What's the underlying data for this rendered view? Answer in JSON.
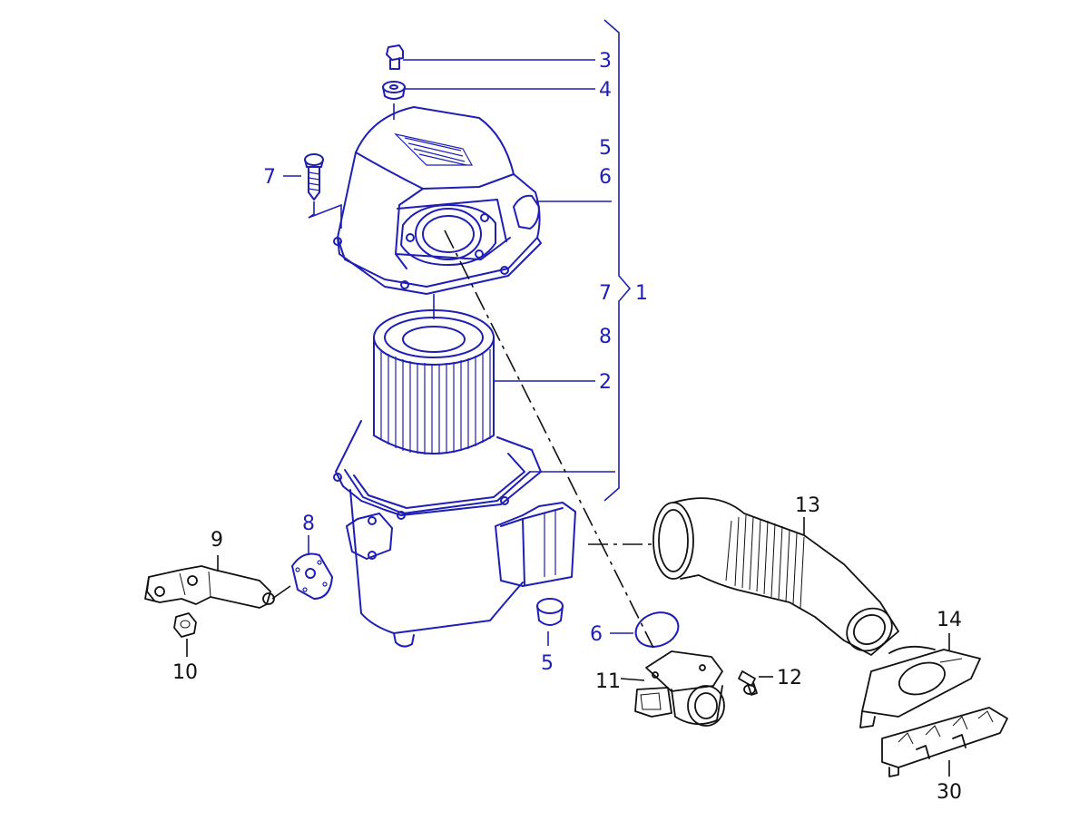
{
  "diagram": {
    "callouts": [
      {
        "id": "c3",
        "text": "3",
        "color": "blue"
      },
      {
        "id": "c4",
        "text": "4",
        "color": "blue"
      },
      {
        "id": "c5a",
        "text": "5",
        "color": "blue"
      },
      {
        "id": "c6a",
        "text": "6",
        "color": "blue"
      },
      {
        "id": "c7a",
        "text": "7",
        "color": "blue"
      },
      {
        "id": "c8a",
        "text": "8",
        "color": "blue"
      },
      {
        "id": "c1",
        "text": "1",
        "color": "blue"
      },
      {
        "id": "c2",
        "text": "2",
        "color": "blue"
      },
      {
        "id": "c7b",
        "text": "7",
        "color": "blue"
      },
      {
        "id": "c8b",
        "text": "8",
        "color": "blue"
      },
      {
        "id": "c5b",
        "text": "5",
        "color": "blue"
      },
      {
        "id": "c6b",
        "text": "6",
        "color": "blue"
      },
      {
        "id": "c9",
        "text": "9",
        "color": "black"
      },
      {
        "id": "c10",
        "text": "10",
        "color": "black"
      },
      {
        "id": "c11",
        "text": "11",
        "color": "black"
      },
      {
        "id": "c12",
        "text": "12",
        "color": "black"
      },
      {
        "id": "c13",
        "text": "13",
        "color": "black"
      },
      {
        "id": "c14",
        "text": "14",
        "color": "black"
      },
      {
        "id": "c30",
        "text": "30",
        "color": "black"
      }
    ],
    "colors": {
      "assembly": "#1f1fb4",
      "loose_parts": "#111111",
      "background": "#ffffff"
    }
  }
}
